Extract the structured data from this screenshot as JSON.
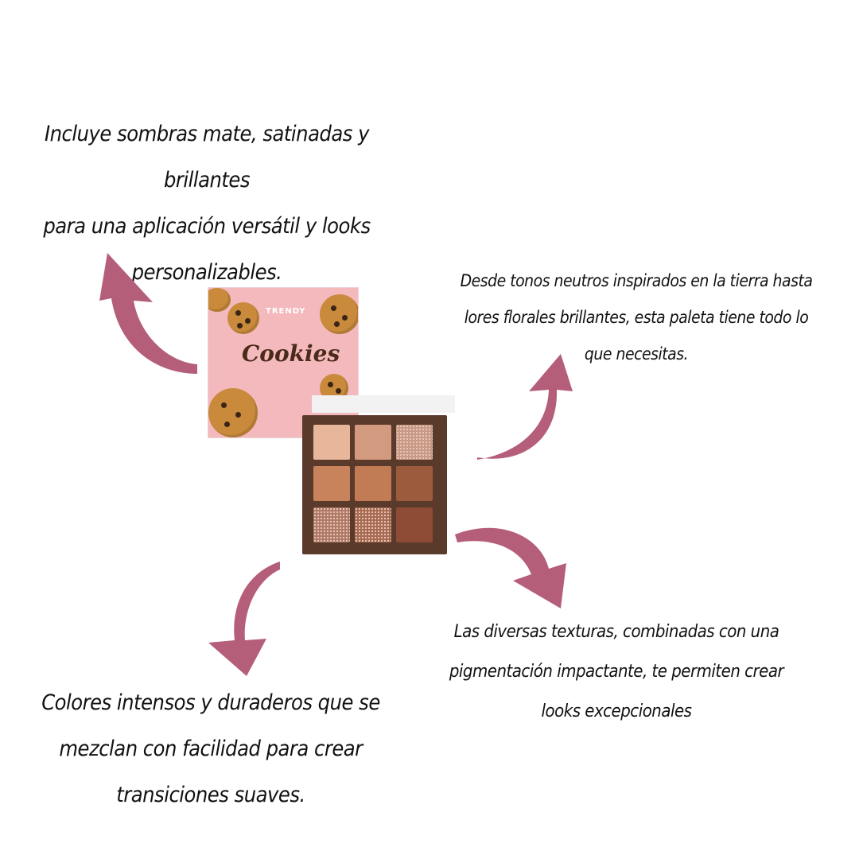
{
  "captions": {
    "top_left": [
      "Incluye sombras mate, satinadas y brillantes",
      "para una aplicación versátil y looks",
      "personalizables."
    ],
    "top_right": [
      "Desde tonos neutros inspirados en la tierra hasta",
      "lores florales brillantes, esta paleta tiene todo lo",
      "que necesitas."
    ],
    "bottom_left": [
      "Colores intensos y duraderos que se",
      "mezclan con facilidad para crear",
      "transiciones suaves."
    ],
    "bottom_right": [
      "Las diversas texturas, combinadas con una",
      "pigmentación impactante, te permiten crear",
      "looks excepcionales"
    ]
  },
  "product": {
    "box_title": "Cookies",
    "brand": "TRENDY"
  },
  "colors": {
    "arrow": "#b55e7a",
    "box": "#f3b9bd",
    "palette_case": "#5a3a2b",
    "pans": [
      "#e8b69a",
      "#d29a7e",
      "#c99987",
      "#c8835d",
      "#c17b55",
      "#9d5b3d",
      "#b07a68",
      "#a86a52",
      "#8e4b35"
    ]
  },
  "icons": [
    "curved-arrow-icon"
  ]
}
